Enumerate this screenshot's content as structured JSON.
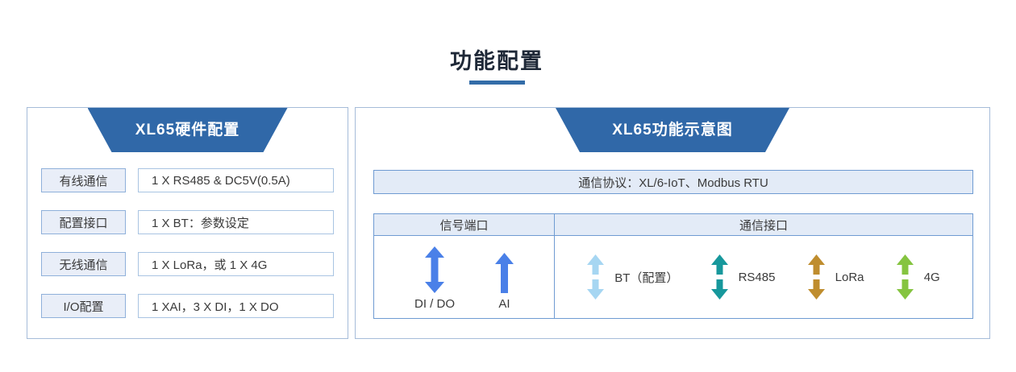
{
  "page": {
    "title": "功能配置"
  },
  "colors": {
    "banner_blue": "#3068a8",
    "underline_blue": "#336ca8",
    "signal_arrow_blue": "#4a80e8",
    "bt_arrow": "#a6d6f2",
    "rs485_arrow": "#17989c",
    "lora_arrow": "#bf8d2e",
    "g4_arrow": "#85c440"
  },
  "left_panel": {
    "header": "XL65硬件配置",
    "rows": [
      {
        "label": "有线通信",
        "value": "1 X RS485 & DC5V(0.5A)"
      },
      {
        "label": "配置接口",
        "value": "1 X BT：参数设定"
      },
      {
        "label": "无线通信",
        "value": "1 X LoRa，或 1 X 4G"
      },
      {
        "label": "I/O配置",
        "value": "1 XAI，3 X DI，1 X DO"
      }
    ]
  },
  "right_panel": {
    "header": "XL65功能示意图",
    "protocol_bar": "通信协议：XL/6-IoT、Modbus RTU",
    "table_headers": {
      "signal": "信号端口",
      "comm": "通信接口"
    },
    "signal_ports": [
      {
        "label": "DI / DO"
      },
      {
        "label": "AI"
      }
    ],
    "comm_interfaces": [
      {
        "label": "BT（配置）"
      },
      {
        "label": "RS485"
      },
      {
        "label": "LoRa"
      },
      {
        "label": "4G"
      }
    ]
  }
}
